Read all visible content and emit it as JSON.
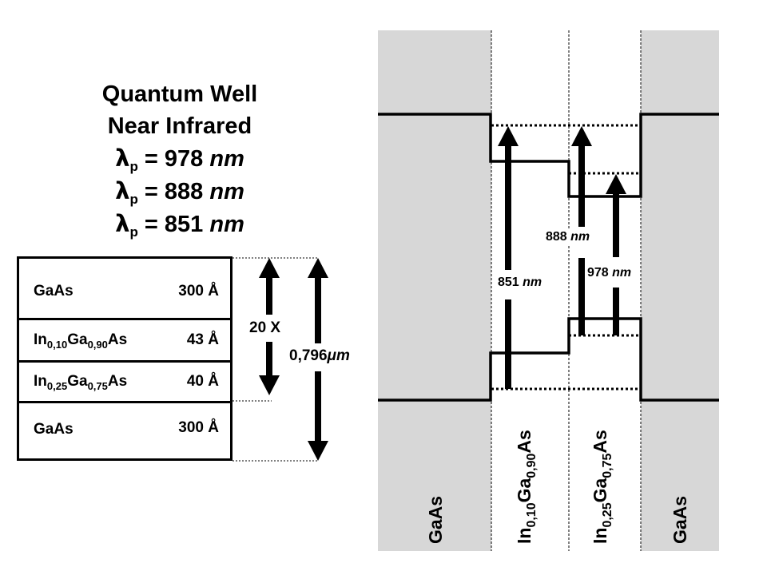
{
  "title": {
    "line1": "Quantum Well",
    "line2": "Near Infrared",
    "lambda_symbol": "λ",
    "lambda_sub": "p",
    "wavelengths": [
      {
        "eq": " = 978 ",
        "unit": "nm"
      },
      {
        "eq": " = 888 ",
        "unit": "nm"
      },
      {
        "eq": " = 851 ",
        "unit": "nm"
      }
    ]
  },
  "layer_table": {
    "rows": [
      {
        "name_parts": [
          {
            "t": "GaAs"
          }
        ],
        "thickness": "300 Å"
      },
      {
        "name_parts": [
          {
            "t": "In"
          },
          {
            "s": "0,10"
          },
          {
            "t": "Ga"
          },
          {
            "s": "0,90"
          },
          {
            "t": "As"
          }
        ],
        "thickness": "43 Å"
      },
      {
        "name_parts": [
          {
            "t": "In"
          },
          {
            "s": "0,25"
          },
          {
            "t": "Ga"
          },
          {
            "s": "0,75"
          },
          {
            "t": "As"
          }
        ],
        "thickness": "40 Å"
      },
      {
        "name_parts": [
          {
            "t": "GaAs"
          }
        ],
        "thickness": "300 Å"
      }
    ]
  },
  "dimensions": {
    "repeat_label": "20 X",
    "total_value": "0,796",
    "total_unit": "μm"
  },
  "band_diagram": {
    "transitions": [
      {
        "value": "851 ",
        "unit": "nm"
      },
      {
        "value": "888 ",
        "unit": "nm"
      },
      {
        "value": "978 ",
        "unit": "nm"
      }
    ],
    "regions": [
      {
        "parts": [
          {
            "t": "GaAs"
          }
        ]
      },
      {
        "parts": [
          {
            "t": "In"
          },
          {
            "s": "0,10"
          },
          {
            "t": "Ga"
          },
          {
            "s": "0,90"
          },
          {
            "t": "As"
          }
        ]
      },
      {
        "parts": [
          {
            "t": "In"
          },
          {
            "s": "0,25"
          },
          {
            "t": "Ga"
          },
          {
            "s": "0,75"
          },
          {
            "t": "As"
          }
        ]
      },
      {
        "parts": [
          {
            "t": "GaAs"
          }
        ]
      }
    ],
    "colors": {
      "barrier_fill": "#d7d7d7",
      "line": "#000000"
    }
  }
}
